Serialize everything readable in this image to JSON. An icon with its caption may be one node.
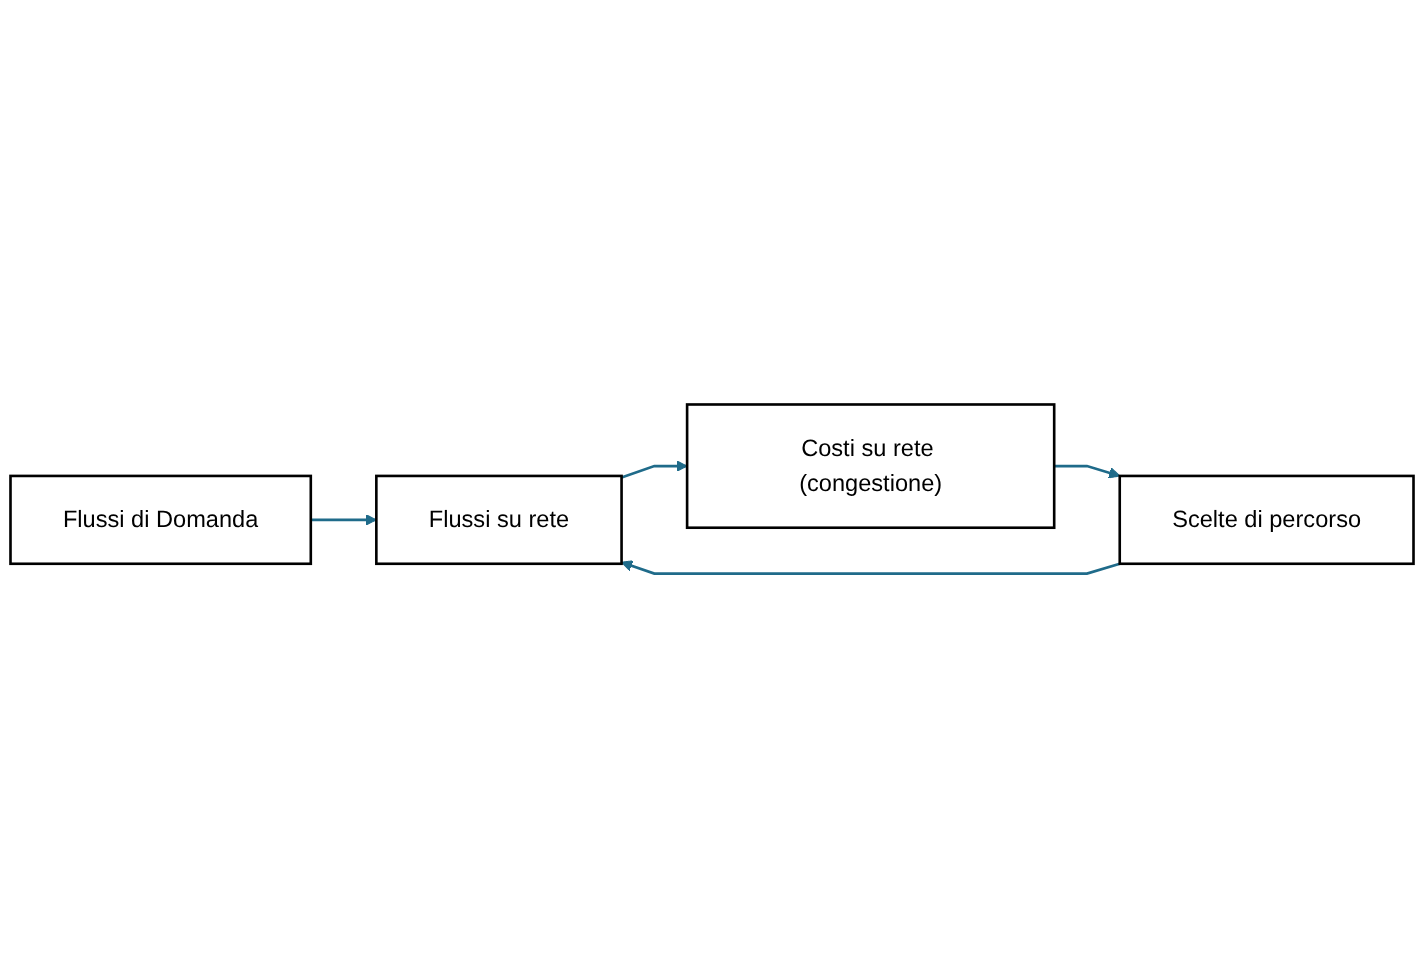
{
  "diagram": {
    "nodes": [
      {
        "text": [
          "Flussi di Domanda"
        ]
      },
      {
        "text": [
          "Scelte di percorso"
        ]
      },
      {
        "text": [
          "Flussi su rete"
        ]
      },
      {
        "text": [
          "Costi su rete (congestione)"
        ]
      }
    ],
    "edges": [
      {
        "from": 0,
        "to": 2,
        "arrow": "to"
      },
      {
        "from": 1,
        "to": 2,
        "arrow": "to"
      },
      {
        "from": 2,
        "to": 3,
        "arrow": "to"
      },
      {
        "from": 3,
        "to": 1,
        "arrow": "to"
      }
    ]
  }
}
